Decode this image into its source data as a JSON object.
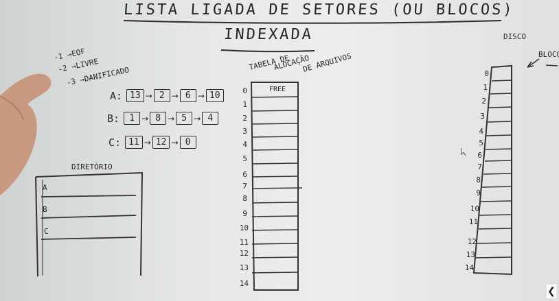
{
  "title": {
    "line1": "LISTA LIGADA DE SETORES (OU BLOCOS)",
    "line2": "INDEXADA"
  },
  "legend": [
    "-1 →EOF",
    "-2 →LIVRE",
    "-3 →DANIFICADO"
  ],
  "chains": [
    {
      "label": "A:",
      "blocks": [
        "13",
        "2",
        "6",
        "10"
      ]
    },
    {
      "label": "B:",
      "blocks": [
        "1",
        "8",
        "5",
        "4"
      ]
    },
    {
      "label": "C:",
      "blocks": [
        "11",
        "12",
        "0"
      ]
    }
  ],
  "directory": {
    "title": "DIRETÓRIO",
    "rows": [
      "A",
      "B",
      "C"
    ]
  },
  "fat": {
    "title_line1": "TABELA DE",
    "title_line2": "ALOCAÇÃO",
    "title_line3": "DE ARQUIVOS",
    "first_cell": "FREE",
    "indices": [
      "0",
      "1",
      "2",
      "3",
      "4",
      "5",
      "6",
      "7",
      "8",
      "9",
      "10",
      "11",
      "12",
      "13",
      "14"
    ]
  },
  "disk": {
    "title": "DISCO",
    "block_label": "BLOCO",
    "indices": [
      "0",
      "1",
      "2",
      "3",
      "4",
      "5",
      "6",
      "7",
      "8",
      "9",
      "10",
      "11",
      "12",
      "13",
      "14"
    ]
  },
  "nav": {
    "prev": "❮"
  }
}
